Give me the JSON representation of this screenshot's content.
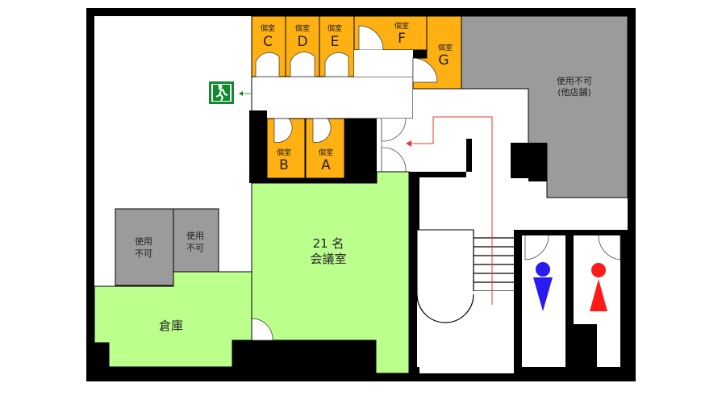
{
  "floor_plan": {
    "title": "",
    "colors": {
      "wall": "#000000",
      "private_room": "#FFB012",
      "meeting_room": "#BBFF8C",
      "unusable": "#9B9B9B",
      "corridor": "#FFFFFF",
      "evac_route": "#E53935",
      "exit_sign": "#108A2C",
      "men_icon": "#2A1BF2",
      "women_icon": "#FF1A1A"
    },
    "private_rooms": [
      {
        "id": "C",
        "kanji": "個室",
        "letter": "C"
      },
      {
        "id": "D",
        "kanji": "個室",
        "letter": "D"
      },
      {
        "id": "E",
        "kanji": "個室",
        "letter": "E"
      },
      {
        "id": "F",
        "kanji": "個室",
        "letter": "F"
      },
      {
        "id": "G",
        "kanji": "個室",
        "letter": "G"
      },
      {
        "id": "B",
        "kanji": "個室",
        "letter": "B"
      },
      {
        "id": "A",
        "kanji": "個室",
        "letter": "A"
      }
    ],
    "other_store": {
      "line1": "使用不可",
      "line2": "(他店舗)"
    },
    "unusable_1": {
      "line1": "使用",
      "line2": "不可"
    },
    "unusable_2": {
      "line1": "使用",
      "line2": "不可"
    },
    "storage": {
      "label": "倉庫"
    },
    "meeting_room": {
      "capacity": "21 名",
      "label": "会議室"
    },
    "icons": {
      "exit": "emergency-exit-sign-icon",
      "men": "men-restroom-icon",
      "women": "women-restroom-icon",
      "stairs": "stairs-icon"
    }
  }
}
